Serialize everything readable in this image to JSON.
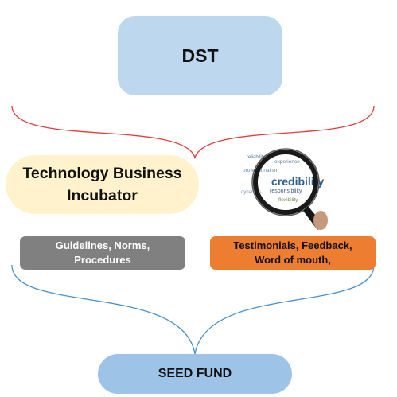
{
  "nodes": {
    "dst": "DST",
    "incubator": "Technology Business\nIncubator",
    "guidelines": "Guidelines, Norms,\nProcedures",
    "testimonials": "Testimonials, Feedback,\nWord of mouth,",
    "seed_fund": "SEED FUND"
  },
  "image_words": {
    "main": "credibility",
    "experience": "experience",
    "professionalism": "professionalism",
    "responsibility": "responsibility",
    "flexibility": "flexibility",
    "dynamics": "dynamics",
    "reliability": "reliability"
  },
  "colors": {
    "dst": "#bdd7ee",
    "incubator": "#fff2cc",
    "guidelines": "#808080",
    "testimonials": "#ed7d31",
    "seed_fund": "#9dc3e6",
    "top_brace": "#e23b3b",
    "bottom_brace": "#4a90c8"
  }
}
